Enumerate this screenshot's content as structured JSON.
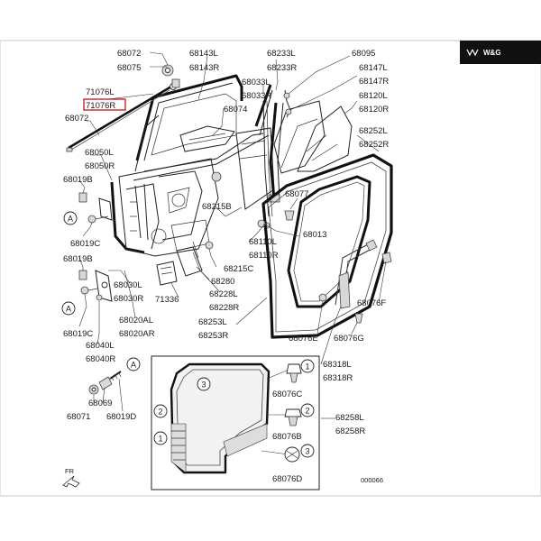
{
  "brand_badge": "W&G",
  "drawing_code": "000066",
  "front_indicator": "FR",
  "labels": {
    "p68072_top": "68072",
    "p68075": "68075",
    "p71076L": "71076L",
    "p71076R": "71076R",
    "p68072_mid": "68072",
    "p68050L": "68050L",
    "p68050R": "68050R",
    "p68019B_1": "68019B",
    "p68019C_1": "68019C",
    "p68019B_2": "68019B",
    "p68019C_2": "68019C",
    "p68030L": "68030L",
    "p68030R": "68030R",
    "p68020AL": "68020AL",
    "p68020AR": "68020AR",
    "p68040L": "68040L",
    "p68040R": "68040R",
    "p68069": "68069",
    "p68071": "68071",
    "p68019D": "68019D",
    "p68143L": "68143L",
    "p68143R": "68143R",
    "p68074": "68074",
    "p68233L": "68233L",
    "p68233R": "68233R",
    "p68033L": "68033L",
    "p68033R": "68033R",
    "p68095": "68095",
    "p68147L": "68147L",
    "p68147R": "68147R",
    "p68120L": "68120L",
    "p68120R": "68120R",
    "p68252L": "68252L",
    "p68252R": "68252R",
    "p68077": "68077",
    "p68215B": "68215B",
    "p68013": "68013",
    "p68110L": "68110L",
    "p68110R": "68110R",
    "p68215C": "68215C",
    "p68280": "68280",
    "p71336": "71336",
    "p68228L": "68228L",
    "p68228R": "68228R",
    "p68253L": "68253L",
    "p68253R": "68253R",
    "p68076F": "68076F",
    "p68076E": "68076E",
    "p68076G": "68076G",
    "p68318L": "68318L",
    "p68318R": "68318R",
    "p68076C": "68076C",
    "p68076B": "68076B",
    "p68076D": "68076D",
    "p68258L": "68258L",
    "p68258R": "68258R"
  },
  "callouts": {
    "A": "A",
    "n1": "1",
    "n2": "2",
    "n3": "3"
  }
}
